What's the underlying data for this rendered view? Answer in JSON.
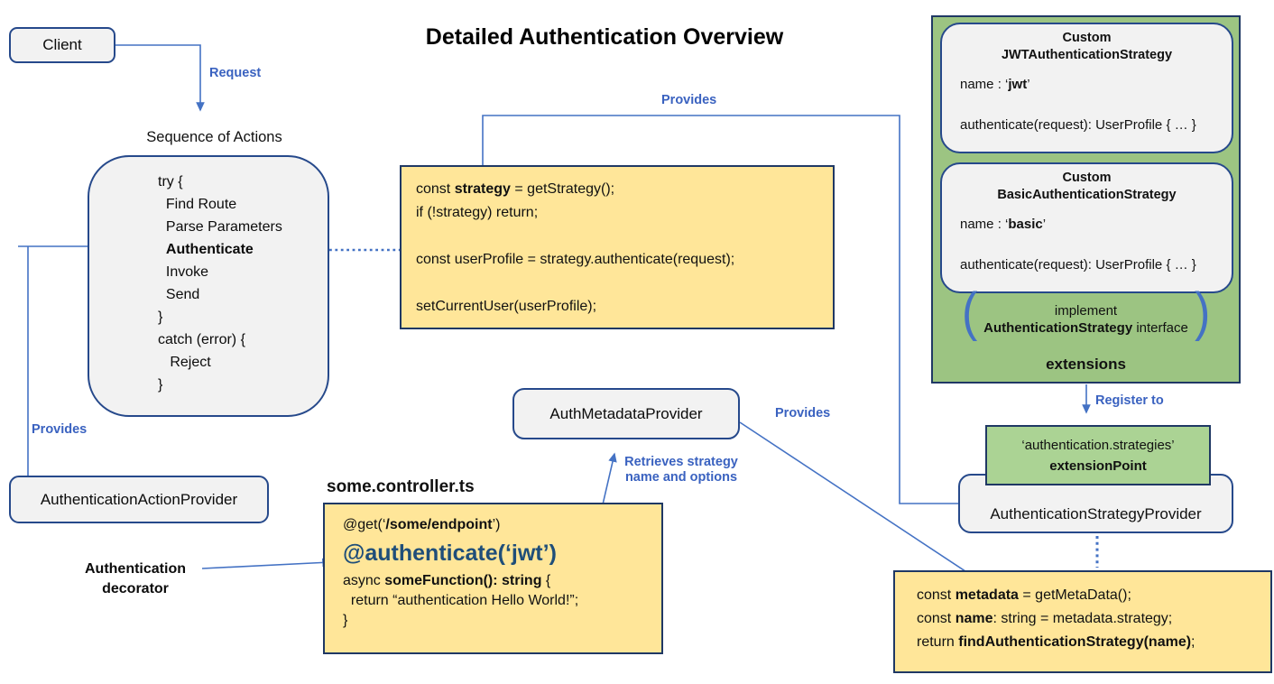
{
  "title": "Detailed Authentication Overview",
  "colors": {
    "yellow_fill": "#FFE699",
    "navy_border": "#1F3864",
    "box_border": "#26498B",
    "gray_fill": "#F2F2F2",
    "green_panel": "#9CC482",
    "green_light": "#ABD394",
    "arrow_blue": "#4472C4",
    "label_blue": "#3A62C0",
    "decorator_blue": "#1F4E79"
  },
  "labels": {
    "request": "Request",
    "provides_top": "Provides",
    "provides_left": "Provides",
    "provides_mid": "Provides",
    "register_to": "Register to",
    "retrieves_line1": "Retrieves strategy",
    "retrieves_line2": [
      {
        "t": "name",
        "b": true
      },
      {
        "t": " and options"
      }
    ]
  },
  "nodes": {
    "client": {
      "label": "Client"
    },
    "sequence": {
      "title": "Sequence of Actions",
      "lines": [
        [
          {
            "t": "try {"
          }
        ],
        [
          {
            "t": "  Find Route"
          }
        ],
        [
          {
            "t": "  Parse Parameters"
          }
        ],
        [
          {
            "t": "  "
          },
          {
            "t": "Authenticate",
            "b": true
          }
        ],
        [
          {
            "t": "  Invoke"
          }
        ],
        [
          {
            "t": "  Send"
          }
        ],
        [
          {
            "t": "}"
          }
        ],
        [
          {
            "t": "catch (error) {"
          }
        ],
        [
          {
            "t": "   Reject"
          }
        ],
        [
          {
            "t": "}"
          }
        ]
      ]
    },
    "action_provider": {
      "label": "AuthenticationActionProvider"
    },
    "strategy_code": {
      "lines": [
        [
          {
            "t": "const "
          },
          {
            "t": "strategy",
            "b": true
          },
          {
            "t": " = getStrategy();"
          }
        ],
        [
          {
            "t": "if (!strategy) return;"
          }
        ],
        [
          {
            "t": "const userProfile = strategy.authenticate(request);"
          }
        ],
        [
          {
            "t": "setCurrentUser(userProfile);"
          }
        ]
      ]
    },
    "strategies_panel": {
      "jwt": {
        "title1": "Custom",
        "title2": "JWTAuthenticationStrategy",
        "name_line": [
          {
            "t": "name : ‘"
          },
          {
            "t": "jwt",
            "b": true
          },
          {
            "t": "’"
          }
        ],
        "auth_line": [
          {
            "t": "authenticate(request): UserProfile { … }"
          }
        ]
      },
      "basic": {
        "title1": "Custom",
        "title2": "BasicAuthenticationStrategy",
        "name_line": [
          {
            "t": "name : ‘"
          },
          {
            "t": "basic",
            "b": true
          },
          {
            "t": "’"
          }
        ],
        "auth_line": [
          {
            "t": "authenticate(request): UserProfile { … }"
          }
        ]
      },
      "implement_line1": [
        {
          "t": "implement"
        }
      ],
      "implement_line2": [
        {
          "t": "AuthenticationStrategy",
          "b": true
        },
        {
          "t": " interface"
        }
      ],
      "bracket_left": "(",
      "bracket_right": ")",
      "footer": "extensions"
    },
    "extension_point": {
      "line1": "‘authentication.strategies’",
      "line2": "extensionPoint"
    },
    "strategy_provider": {
      "label": "AuthenticationStrategyProvider"
    },
    "metadata_provider": {
      "label": "AuthMetadataProvider"
    },
    "metadata_code": {
      "lines": [
        [
          {
            "t": "const "
          },
          {
            "t": "metadata",
            "b": true
          },
          {
            "t": " = getMetaData();"
          }
        ],
        [
          {
            "t": "const "
          },
          {
            "t": "name",
            "b": true
          },
          {
            "t": ": string = metadata.strategy;"
          }
        ],
        [
          {
            "t": "return "
          },
          {
            "t": "findAuthenticationStrategy(name)",
            "b": true
          },
          {
            "t": ";"
          }
        ]
      ]
    },
    "controller": {
      "file": "some.controller.ts",
      "get_line": [
        {
          "t": "@get(‘"
        },
        {
          "t": "/some/endpoint",
          "b": true
        },
        {
          "t": "’)"
        }
      ],
      "auth_line": "@authenticate(‘jwt’)",
      "async_line": [
        {
          "t": "async "
        },
        {
          "t": "someFunction(): string",
          "b": true
        },
        {
          "t": " {"
        }
      ],
      "return_line": [
        {
          "t": "  return “authentication Hello World!”;"
        }
      ],
      "close_line": "}"
    },
    "decorator_label": {
      "line1": "Authentication",
      "line2": "decorator"
    }
  }
}
